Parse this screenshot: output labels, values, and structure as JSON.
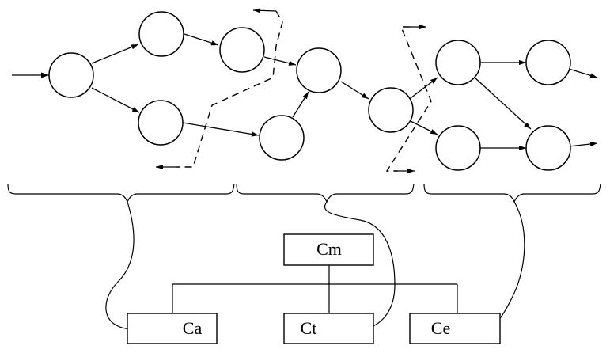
{
  "colors": {
    "stroke": "#000000",
    "background": "#ffffff"
  },
  "boxes": {
    "master": {
      "label": "Cm"
    },
    "left": {
      "label": "Ca"
    },
    "middle": {
      "label": "Ct"
    },
    "right": {
      "label": "Ce"
    }
  }
}
